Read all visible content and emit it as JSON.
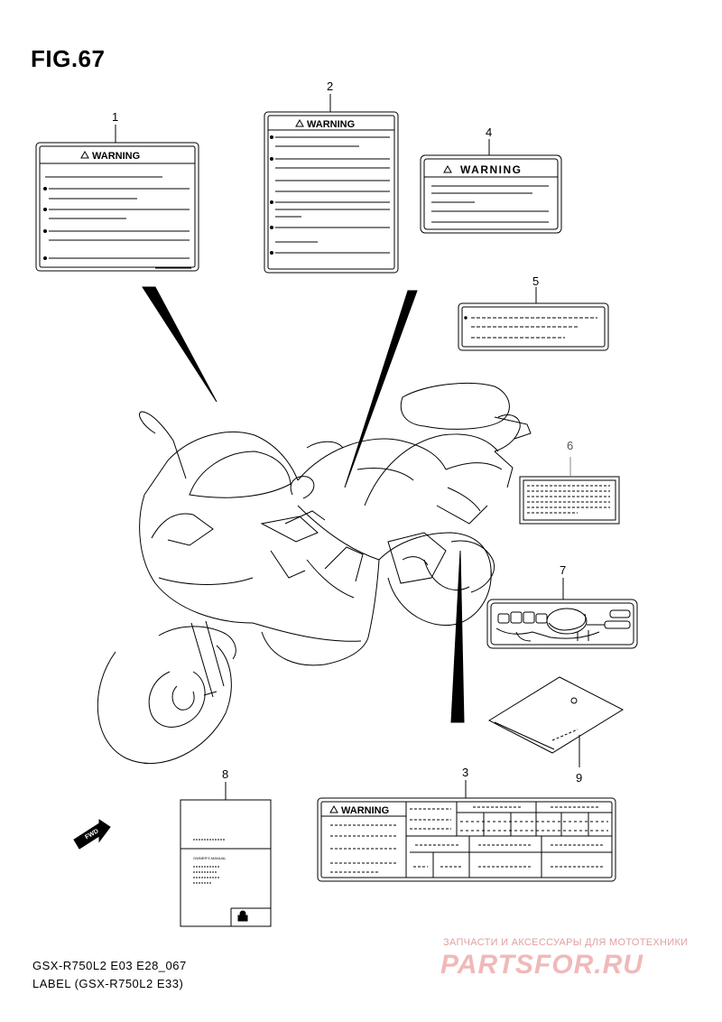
{
  "figure_title": "FIG.67",
  "caption_line1": "GSX-R750L2 E03 E28_067",
  "caption_line2": "LABEL (GSX-R750L2 E33)",
  "callouts": [
    "1",
    "2",
    "3",
    "4",
    "5",
    "6",
    "7",
    "8",
    "9"
  ],
  "labels": {
    "warning_text": "WARNING",
    "manual_title": "OWNER'S MANUAL",
    "fwd": "FWD"
  },
  "watermark": {
    "top": "ЗАПЧАСТИ И АКСЕССУАРЫ ДЛЯ МОТОТЕХНИКИ",
    "brand": "PARTSFOR.RU",
    "color": "#f0b9b9"
  }
}
